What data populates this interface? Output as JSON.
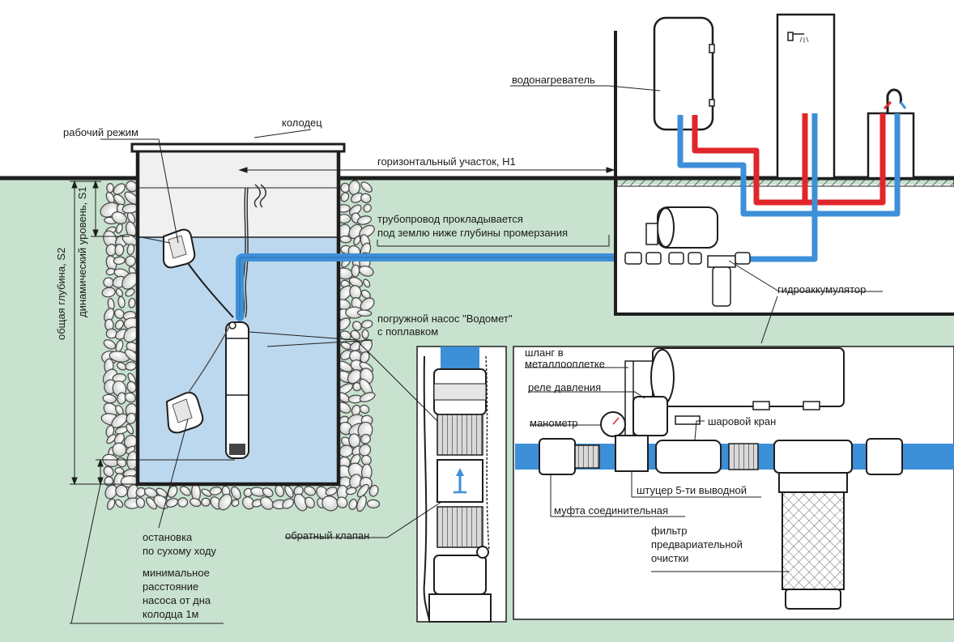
{
  "colors": {
    "ground": "#c8e2cf",
    "water": "#bcd8ee",
    "pipe_cold": "#3d8fd8",
    "pipe_hot": "#e0262a",
    "line": "#1e1e1e",
    "panel": "#ffffff"
  },
  "labels": {
    "kolodets": "колодец",
    "rabochiy_rezhim": "рабочий режим",
    "gorizontalny": "горизонтальный участок, Н1",
    "vodonagrevatel": "водонагреватель",
    "truboprovod_1": "трубопровод прокладывается",
    "truboprovod_2": "под землю ниже глубины промерзания",
    "gidroakkumulyator": "гидроаккумулятор",
    "nasos_1": "погружной насос  \"Водомет\"",
    "nasos_2": "с поплавком",
    "ostanovka_1": "остановка",
    "ostanovka_2": "по сухому ходу",
    "min_1": "минимальное",
    "min_2": "расстояние",
    "min_3": "насоса от дна",
    "min_4": "колодца  1м",
    "obratny_klapan": "обратный клапан",
    "shlang_1": "шланг в",
    "shlang_2": "металлооплетке",
    "rele_davleniya": "реле давления",
    "manometr": "манометр",
    "sharovoy_kran": "шаровой кран",
    "shtutser": "штуцер 5-ти выводной",
    "mufta": "муфта соединительная",
    "filtr_1": "фильтр",
    "filtr_2": "предвариательной",
    "filtr_3": "очистки",
    "obshchaya_glubina": "общая глубина, S2",
    "dinamicheskiy_uroven": "динамический уровень, S1"
  }
}
